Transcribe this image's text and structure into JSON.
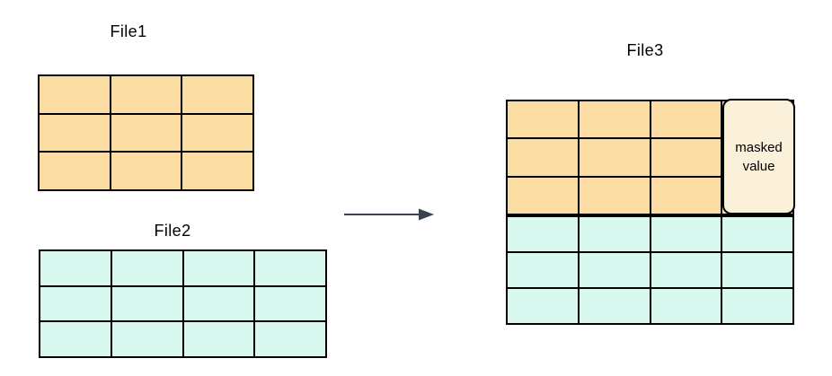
{
  "labels": {
    "file1": "File1",
    "file2": "File2",
    "file3": "File3"
  },
  "masked_box": {
    "text": "masked value"
  },
  "grids": {
    "file1": {
      "rows": 3,
      "cols": 3,
      "fill": "#FBDDA3"
    },
    "file2": {
      "rows": 3,
      "cols": 4,
      "fill": "#D7F7EF"
    },
    "file3_top": {
      "rows": 3,
      "cols": 4,
      "fill": "#FBDDA3"
    },
    "file3_bottom": {
      "rows": 3,
      "cols": 4,
      "fill": "#D7F7EF"
    }
  },
  "colors": {
    "orange_fill": "#FBDDA3",
    "mint_fill": "#D7F7EF",
    "cream_fill": "#FBF1DA",
    "grid_border": "#000000",
    "arrow": "#3A414E",
    "text": "#000000"
  }
}
